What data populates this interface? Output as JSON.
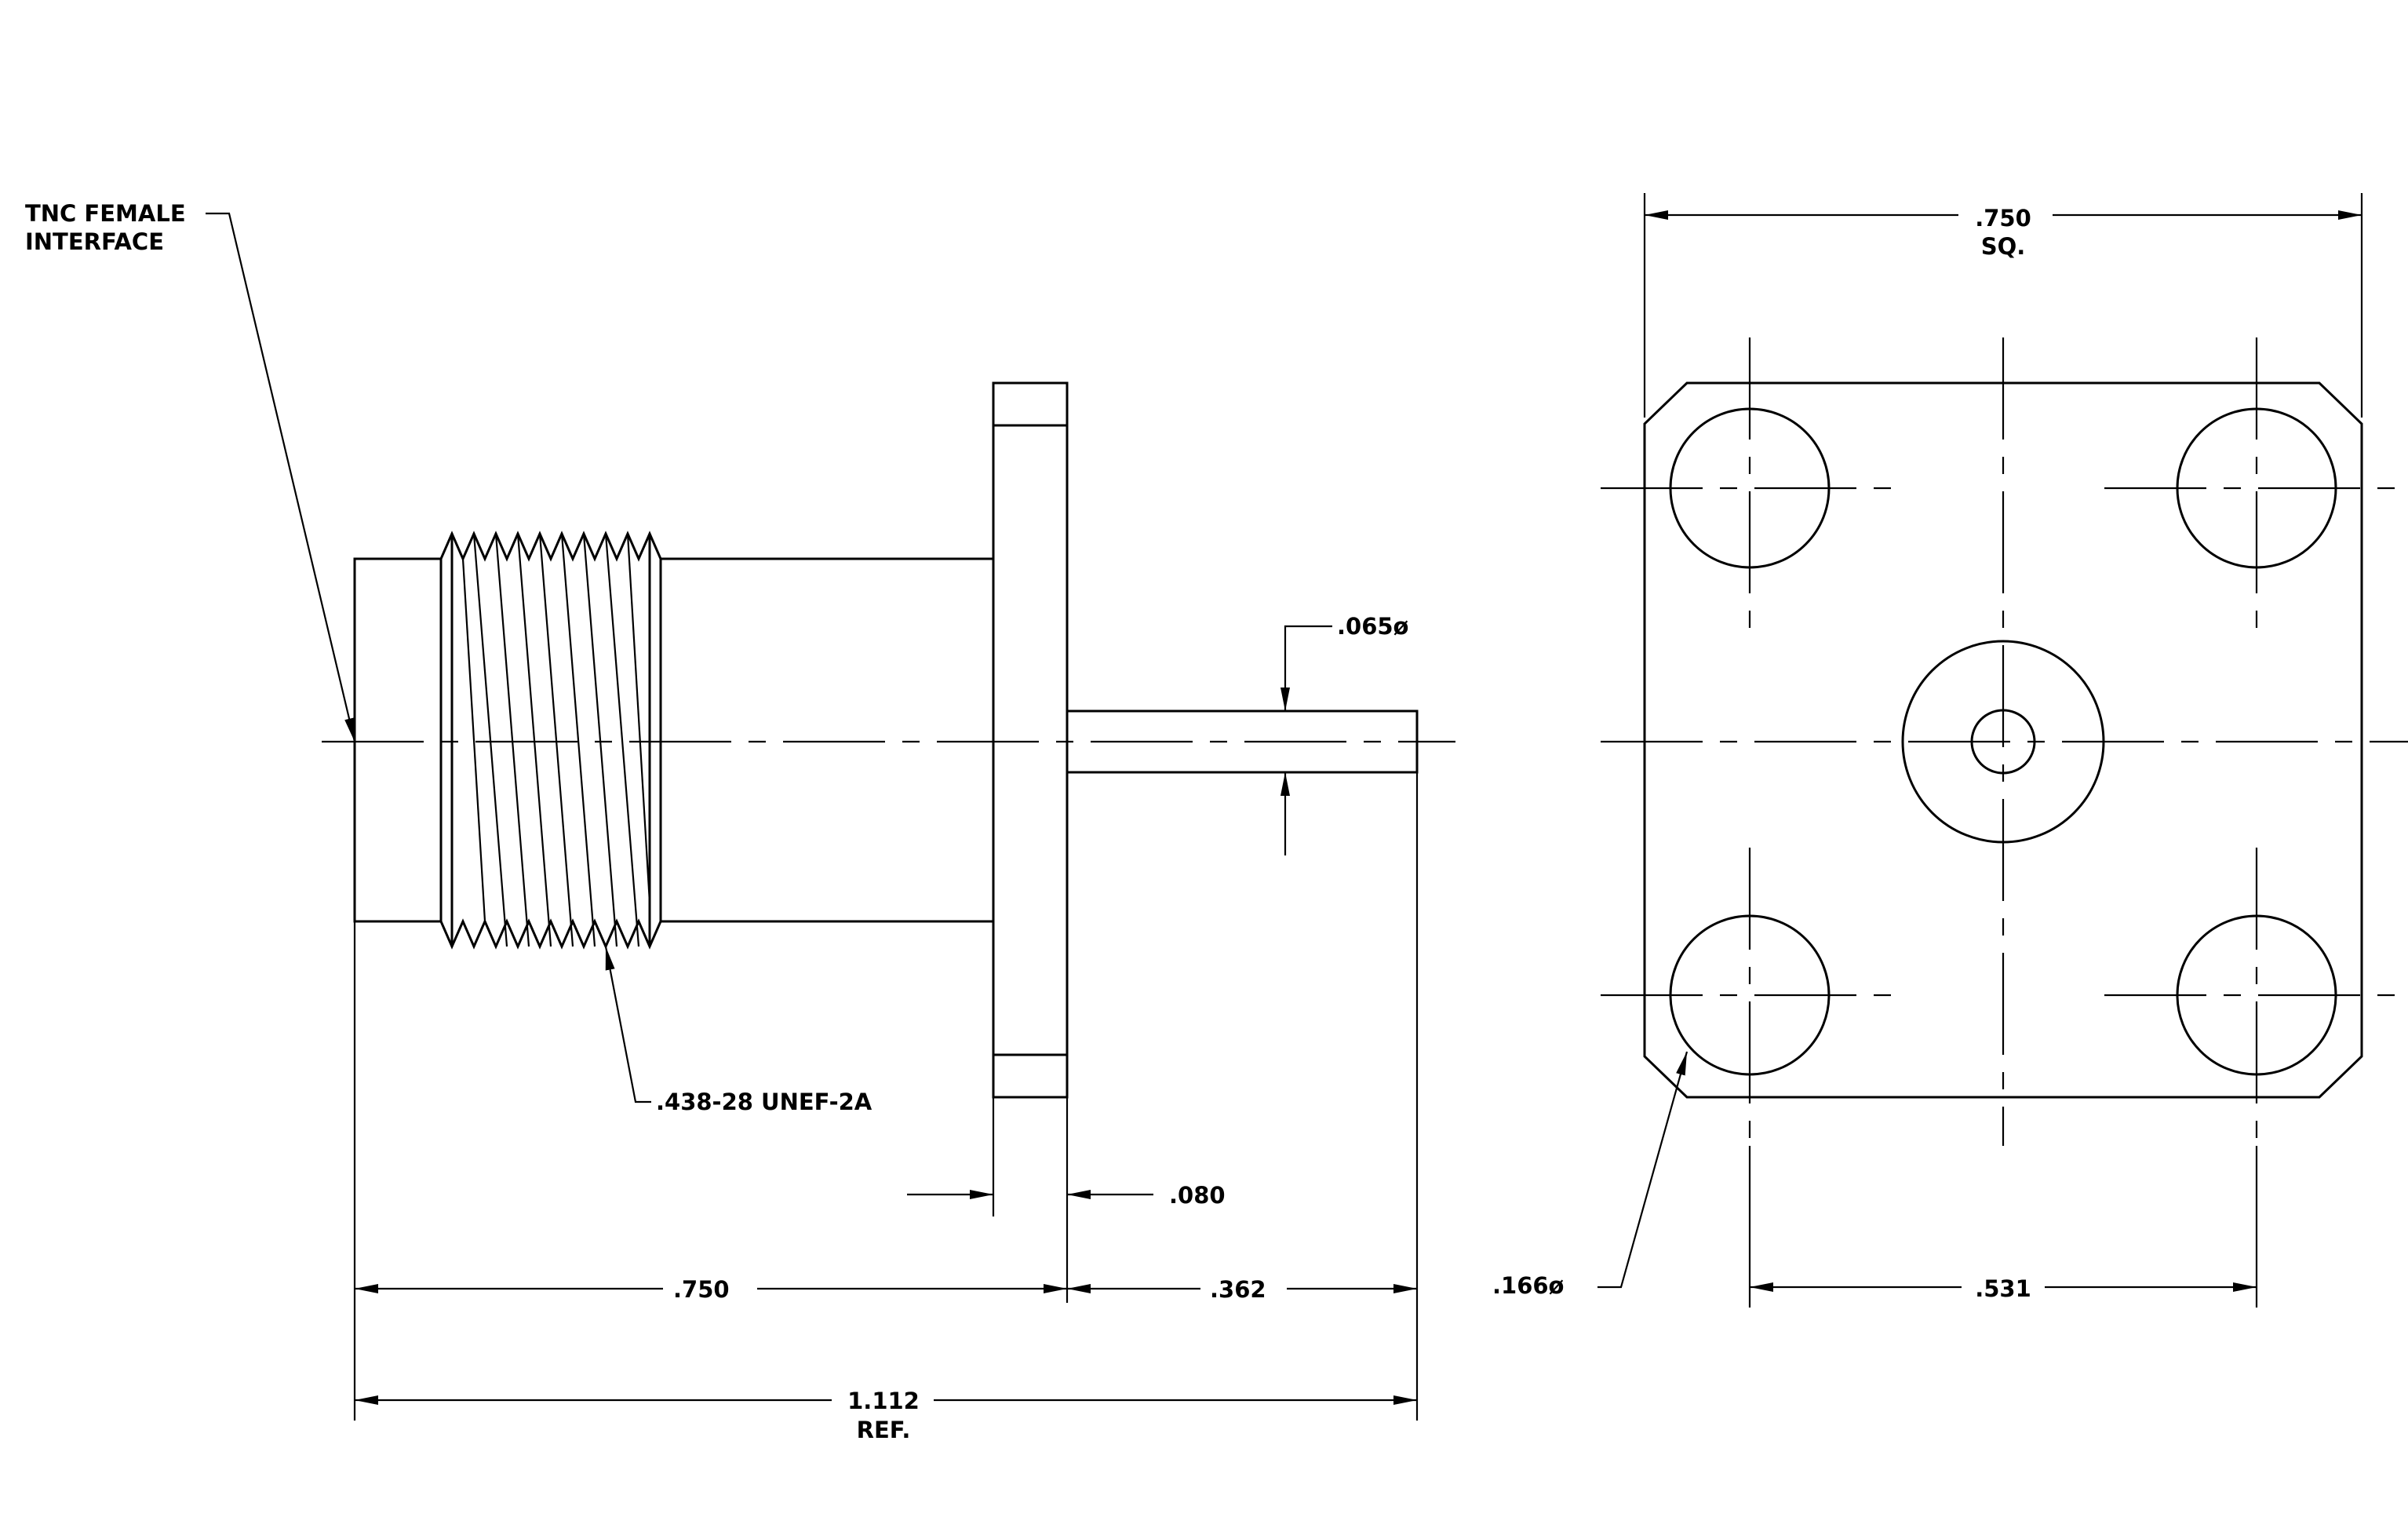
{
  "colors": {
    "line": "#000000",
    "background": "#ffffff"
  },
  "labels": {
    "interface_line1": "TNC FEMALE",
    "interface_line2": "INTERFACE",
    "thread_callout": ".438-28 UNEF-2A",
    "pin_diameter": ".065ø",
    "flange_thickness": ".080",
    "body_length": ".750",
    "pin_length": ".362",
    "overall_length": "1.112",
    "overall_length_note": "REF.",
    "flange_size": ".750",
    "flange_size_note": "SQ.",
    "hole_diameter": ".166ø",
    "hole_spacing": ".531"
  }
}
